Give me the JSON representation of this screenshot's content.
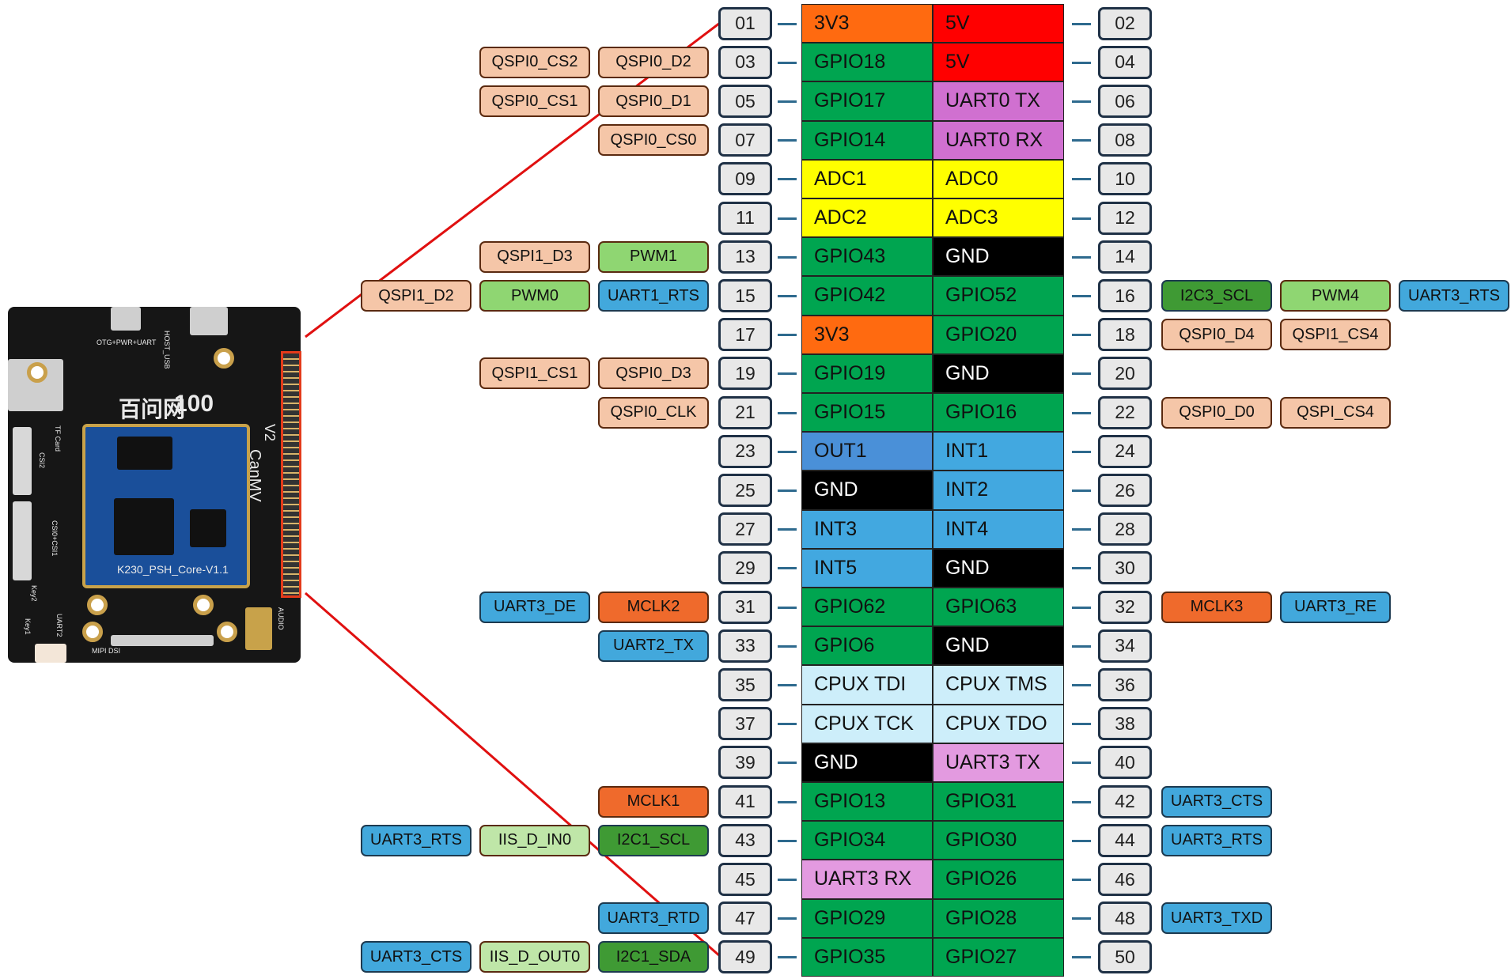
{
  "board": {
    "brand_text": "百问网",
    "logo_text": "100",
    "model_label": "CanMV",
    "version_label": "V2",
    "module_label": "K230_PSH_Core-V1.1",
    "silk_labels": [
      "OTG+PWR+UART",
      "HOST_USB",
      "TF Card",
      "CSI2",
      "CSI0+CSI1",
      "Key2",
      "Key1",
      "UART2",
      "MIPI DSI",
      "AUDIO"
    ]
  },
  "rows": [
    {
      "left": {
        "num": "01",
        "name": "3V3",
        "color": "#ff6a10",
        "text": "#111"
      },
      "right": {
        "num": "02",
        "name": "5V",
        "color": "#ff0000",
        "text": "#111"
      },
      "left_tags": [],
      "right_tags": []
    },
    {
      "left": {
        "num": "03",
        "name": "GPIO18",
        "color": "#00a550",
        "text": "#111"
      },
      "right": {
        "num": "04",
        "name": "5V",
        "color": "#ff0000",
        "text": "#111"
      },
      "left_tags": [
        {
          "label": "QSPI0_CS2",
          "bg": "#f5c6a8"
        },
        {
          "label": "QSPI0_D2",
          "bg": "#f5c6a8"
        }
      ],
      "right_tags": []
    },
    {
      "left": {
        "num": "05",
        "name": "GPIO17",
        "color": "#00a550",
        "text": "#111"
      },
      "right": {
        "num": "06",
        "name": "UART0 TX",
        "color": "#d070d0",
        "text": "#111"
      },
      "left_tags": [
        {
          "label": "QSPI0_CS1",
          "bg": "#f5c6a8"
        },
        {
          "label": "QSPI0_D1",
          "bg": "#f5c6a8"
        }
      ],
      "right_tags": []
    },
    {
      "left": {
        "num": "07",
        "name": "GPIO14",
        "color": "#00a550",
        "text": "#111"
      },
      "right": {
        "num": "08",
        "name": "UART0 RX",
        "color": "#d070d0",
        "text": "#111"
      },
      "left_tags": [
        {
          "label": "QSPI0_CS0",
          "bg": "#f5c6a8"
        }
      ],
      "right_tags": []
    },
    {
      "left": {
        "num": "09",
        "name": "ADC1",
        "color": "#ffff00",
        "text": "#111"
      },
      "right": {
        "num": "10",
        "name": "ADC0",
        "color": "#ffff00",
        "text": "#111"
      },
      "left_tags": [],
      "right_tags": []
    },
    {
      "left": {
        "num": "11",
        "name": "ADC2",
        "color": "#ffff00",
        "text": "#111"
      },
      "right": {
        "num": "12",
        "name": "ADC3",
        "color": "#ffff00",
        "text": "#111"
      },
      "left_tags": [],
      "right_tags": []
    },
    {
      "left": {
        "num": "13",
        "name": "GPIO43",
        "color": "#00a550",
        "text": "#111"
      },
      "right": {
        "num": "14",
        "name": "GND",
        "color": "#000000",
        "text": "#ffffff"
      },
      "left_tags": [
        {
          "label": "QSPI1_D3",
          "bg": "#f5c6a8"
        },
        {
          "label": "PWM1",
          "bg": "#8fd672"
        }
      ],
      "right_tags": []
    },
    {
      "left": {
        "num": "15",
        "name": "GPIO42",
        "color": "#00a550",
        "text": "#111"
      },
      "right": {
        "num": "16",
        "name": "GPIO52",
        "color": "#00a550",
        "text": "#111"
      },
      "left_tags": [
        {
          "label": "QSPI1_D2",
          "bg": "#f5c6a8"
        },
        {
          "label": "PWM0",
          "bg": "#8fd672"
        },
        {
          "label": "UART1_RTS",
          "bg": "#42a8dc"
        }
      ],
      "right_tags": [
        {
          "label": "I2C3_SCL",
          "bg": "#3f9a34"
        },
        {
          "label": "PWM4",
          "bg": "#8fd672"
        },
        {
          "label": "UART3_RTS",
          "bg": "#42a8dc"
        }
      ]
    },
    {
      "left": {
        "num": "17",
        "name": "3V3",
        "color": "#ff6a10",
        "text": "#111"
      },
      "right": {
        "num": "18",
        "name": "GPIO20",
        "color": "#00a550",
        "text": "#111"
      },
      "left_tags": [],
      "right_tags": [
        {
          "label": "QSPI0_D4",
          "bg": "#f5c6a8"
        },
        {
          "label": "QSPI1_CS4",
          "bg": "#f5c6a8"
        }
      ]
    },
    {
      "left": {
        "num": "19",
        "name": "GPIO19",
        "color": "#00a550",
        "text": "#111"
      },
      "right": {
        "num": "20",
        "name": "GND",
        "color": "#000000",
        "text": "#ffffff"
      },
      "left_tags": [
        {
          "label": "QSPI1_CS1",
          "bg": "#f5c6a8"
        },
        {
          "label": "QSPI0_D3",
          "bg": "#f5c6a8"
        }
      ],
      "right_tags": []
    },
    {
      "left": {
        "num": "21",
        "name": "GPIO15",
        "color": "#00a550",
        "text": "#111"
      },
      "right": {
        "num": "22",
        "name": "GPIO16",
        "color": "#00a550",
        "text": "#111"
      },
      "left_tags": [
        {
          "label": "QSPI0_CLK",
          "bg": "#f5c6a8"
        }
      ],
      "right_tags": [
        {
          "label": "QSPI0_D0",
          "bg": "#f5c6a8"
        },
        {
          "label": "QSPI_CS4",
          "bg": "#f5c6a8"
        }
      ]
    },
    {
      "left": {
        "num": "23",
        "name": "OUT1",
        "color": "#4a90d8",
        "text": "#111"
      },
      "right": {
        "num": "24",
        "name": "INT1",
        "color": "#42a8e0",
        "text": "#111"
      },
      "left_tags": [],
      "right_tags": []
    },
    {
      "left": {
        "num": "25",
        "name": "GND",
        "color": "#000000",
        "text": "#ffffff"
      },
      "right": {
        "num": "26",
        "name": "INT2",
        "color": "#42a8e0",
        "text": "#111"
      },
      "left_tags": [],
      "right_tags": []
    },
    {
      "left": {
        "num": "27",
        "name": "INT3",
        "color": "#42a8e0",
        "text": "#111"
      },
      "right": {
        "num": "28",
        "name": "INT4",
        "color": "#42a8e0",
        "text": "#111"
      },
      "left_tags": [],
      "right_tags": []
    },
    {
      "left": {
        "num": "29",
        "name": "INT5",
        "color": "#42a8e0",
        "text": "#111"
      },
      "right": {
        "num": "30",
        "name": "GND",
        "color": "#000000",
        "text": "#ffffff"
      },
      "left_tags": [],
      "right_tags": []
    },
    {
      "left": {
        "num": "31",
        "name": "GPIO62",
        "color": "#00a550",
        "text": "#111"
      },
      "right": {
        "num": "32",
        "name": "GPIO63",
        "color": "#00a550",
        "text": "#111"
      },
      "left_tags": [
        {
          "label": "UART3_DE",
          "bg": "#42a8dc"
        },
        {
          "label": "MCLK2",
          "bg": "#ef6a2c"
        }
      ],
      "right_tags": [
        {
          "label": "MCLK3",
          "bg": "#ef6a2c"
        },
        {
          "label": "UART3_RE",
          "bg": "#42a8dc"
        }
      ]
    },
    {
      "left": {
        "num": "33",
        "name": "GPIO6",
        "color": "#00a550",
        "text": "#111"
      },
      "right": {
        "num": "34",
        "name": "GND",
        "color": "#000000",
        "text": "#ffffff"
      },
      "left_tags": [
        {
          "label": "UART2_TX",
          "bg": "#42a8dc"
        }
      ],
      "right_tags": []
    },
    {
      "left": {
        "num": "35",
        "name": "CPUX TDI",
        "color": "#cdeefa",
        "text": "#111"
      },
      "right": {
        "num": "36",
        "name": "CPUX TMS",
        "color": "#cdeefa",
        "text": "#111"
      },
      "left_tags": [],
      "right_tags": []
    },
    {
      "left": {
        "num": "37",
        "name": "CPUX TCK",
        "color": "#cdeefa",
        "text": "#111"
      },
      "right": {
        "num": "38",
        "name": "CPUX TDO",
        "color": "#cdeefa",
        "text": "#111"
      },
      "left_tags": [],
      "right_tags": []
    },
    {
      "left": {
        "num": "39",
        "name": "GND",
        "color": "#000000",
        "text": "#ffffff"
      },
      "right": {
        "num": "40",
        "name": "UART3 TX",
        "color": "#e39ae0",
        "text": "#111"
      },
      "left_tags": [],
      "right_tags": []
    },
    {
      "left": {
        "num": "41",
        "name": "GPIO13",
        "color": "#00a550",
        "text": "#111"
      },
      "right": {
        "num": "42",
        "name": "GPIO31",
        "color": "#00a550",
        "text": "#111"
      },
      "left_tags": [
        {
          "label": "MCLK1",
          "bg": "#ef6a2c"
        }
      ],
      "right_tags": [
        {
          "label": "UART3_CTS",
          "bg": "#42a8dc"
        }
      ]
    },
    {
      "left": {
        "num": "43",
        "name": "GPIO34",
        "color": "#00a550",
        "text": "#111"
      },
      "right": {
        "num": "44",
        "name": "GPIO30",
        "color": "#00a550",
        "text": "#111"
      },
      "left_tags": [
        {
          "label": "UART3_RTS",
          "bg": "#42a8dc"
        },
        {
          "label": "IIS_D_IN0",
          "bg": "#bfe6a8"
        },
        {
          "label": "I2C1_SCL",
          "bg": "#3f9a34"
        }
      ],
      "right_tags": [
        {
          "label": "UART3_RTS",
          "bg": "#42a8dc"
        }
      ]
    },
    {
      "left": {
        "num": "45",
        "name": "UART3 RX",
        "color": "#e39ae0",
        "text": "#111"
      },
      "right": {
        "num": "46",
        "name": "GPIO26",
        "color": "#00a550",
        "text": "#111"
      },
      "left_tags": [],
      "right_tags": []
    },
    {
      "left": {
        "num": "47",
        "name": "GPIO29",
        "color": "#00a550",
        "text": "#111"
      },
      "right": {
        "num": "48",
        "name": "GPIO28",
        "color": "#00a550",
        "text": "#111"
      },
      "left_tags": [
        {
          "label": "UART3_RTD",
          "bg": "#42a8dc"
        }
      ],
      "right_tags": [
        {
          "label": "UART3_TXD",
          "bg": "#42a8dc"
        }
      ]
    },
    {
      "left": {
        "num": "49",
        "name": "GPIO35",
        "color": "#00a550",
        "text": "#111"
      },
      "right": {
        "num": "50",
        "name": "GPIO27",
        "color": "#00a550",
        "text": "#111"
      },
      "left_tags": [
        {
          "label": "UART3_CTS",
          "bg": "#42a8dc"
        },
        {
          "label": "IIS_D_OUT0",
          "bg": "#bfe6a8"
        },
        {
          "label": "I2C1_SDA",
          "bg": "#3f9a34"
        }
      ],
      "right_tags": []
    }
  ]
}
